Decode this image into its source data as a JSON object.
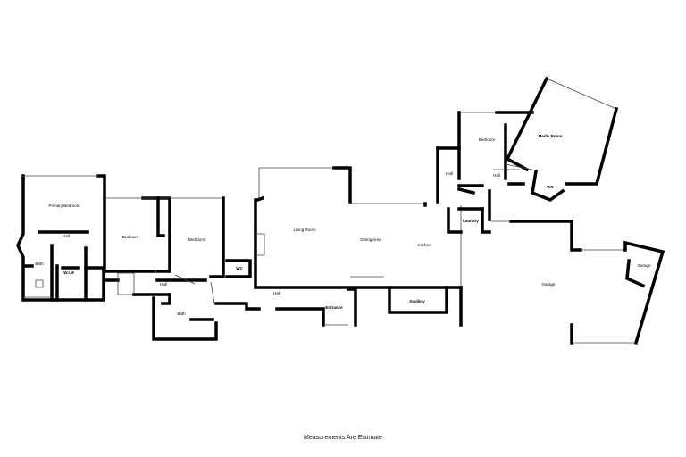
{
  "rooms": {
    "primary_bedroom": "Primary Bedroom",
    "hall_primary": "Hall",
    "bath_primary": "Bath",
    "wim": "W.I.M",
    "bedroom_1": "Bedroom",
    "bedroom_2": "Bedroom",
    "hall_main": "Hall",
    "bath_main": "Bath",
    "wc_main": "WC",
    "living_room": "Living Room",
    "hall_lower": "Hall",
    "entrance": "Entrance",
    "dining_area": "Dining Area",
    "kitchen": "Kitchen",
    "scullery": "Scullery",
    "laundry": "Laundry",
    "hall_right": "Hall",
    "bedroom_3": "Bedroom",
    "hall_small": "Hall",
    "media_room": "Media Room",
    "wc_right": "WC",
    "garage": "Garage",
    "garage_small": "Garage"
  },
  "footer": "Measurements Are Estimate"
}
